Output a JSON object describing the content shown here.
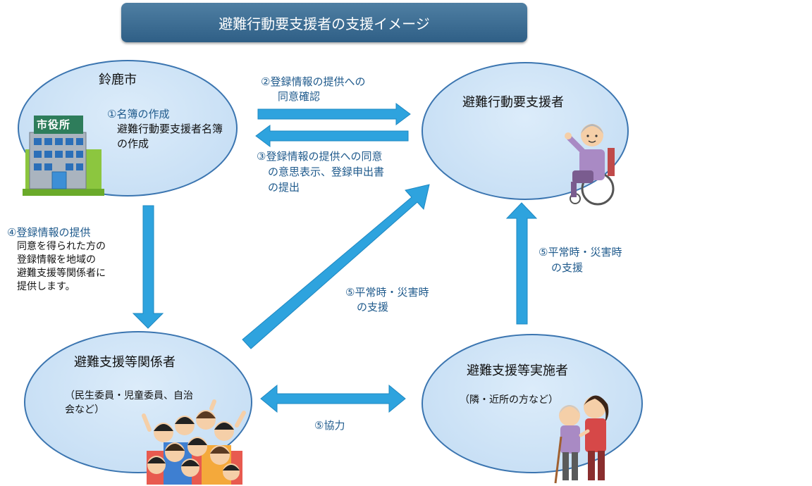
{
  "title": "避難行動要支援者の支援イメージ",
  "nodes": {
    "city": {
      "name": "鈴鹿市",
      "step_label": "①名簿の作成",
      "step_desc": [
        "避難行動要支援者名簿",
        "の作成"
      ],
      "building_sign": "市役所"
    },
    "person": {
      "name": "避難行動要支援者"
    },
    "related": {
      "name": "避難支援等関係者",
      "desc": [
        "（民生委員・児童委員、自治",
        "会など）"
      ]
    },
    "implementer": {
      "name": "避難支援等実施者",
      "desc": "（隣・近所の方など）"
    }
  },
  "flows": {
    "consent_request": [
      "②登録情報の提供への",
      "同意確認"
    ],
    "consent_reply": [
      "③登録情報の提供への同意",
      "の意思表示、登録申出書",
      "の提出"
    ],
    "provide_title": "④登録情報の提供",
    "provide_desc": [
      "同意を得られた方の",
      "登録情報を地域の",
      "避難支援等関係者に",
      "提供します。"
    ],
    "support_center": [
      "⑤平常時・災害時",
      "の支援"
    ],
    "support_right": [
      "⑤平常時・災害時",
      "の支援"
    ],
    "cooperation": "⑤協力"
  },
  "colors": {
    "title_bg": "#3a6b92",
    "ellipse_fill": "#c9e0f5",
    "ellipse_stroke": "#3b75b0",
    "arrow": "#2ea3de",
    "accent_text": "#1f5a8c"
  }
}
